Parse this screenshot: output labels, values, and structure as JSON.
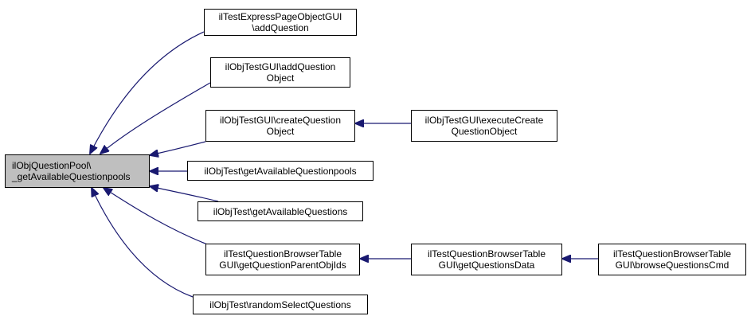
{
  "nodes": {
    "root": {
      "line1": "ilObjQuestionPool\\",
      "line2": "_getAvailableQuestionpools"
    },
    "n1": {
      "line1": "ilTestExpressPageObjectGUI",
      "line2": "\\addQuestion"
    },
    "n2": {
      "line1": "ilObjTestGUI\\addQuestion",
      "line2": "Object"
    },
    "n3": {
      "line1": "ilObjTestGUI\\createQuestion",
      "line2": "Object"
    },
    "n4": {
      "line1": "ilObjTestGUI\\executeCreate",
      "line2": "QuestionObject"
    },
    "n5": {
      "line1": "ilObjTest\\getAvailableQuestionpools"
    },
    "n6": {
      "line1": "ilObjTest\\getAvailableQuestions"
    },
    "n7": {
      "line1": "ilTestQuestionBrowserTable",
      "line2": "GUI\\getQuestionParentObjIds"
    },
    "n8": {
      "line1": "ilTestQuestionBrowserTable",
      "line2": "GUI\\getQuestionsData"
    },
    "n9": {
      "line1": "ilTestQuestionBrowserTable",
      "line2": "GUI\\browseQuestionsCmd"
    },
    "n10": {
      "line1": "ilObjTest\\randomSelectQuestions"
    }
  },
  "colors": {
    "edge": "#191970",
    "root_fill": "#bfbfbf",
    "node_border": "#000000"
  }
}
